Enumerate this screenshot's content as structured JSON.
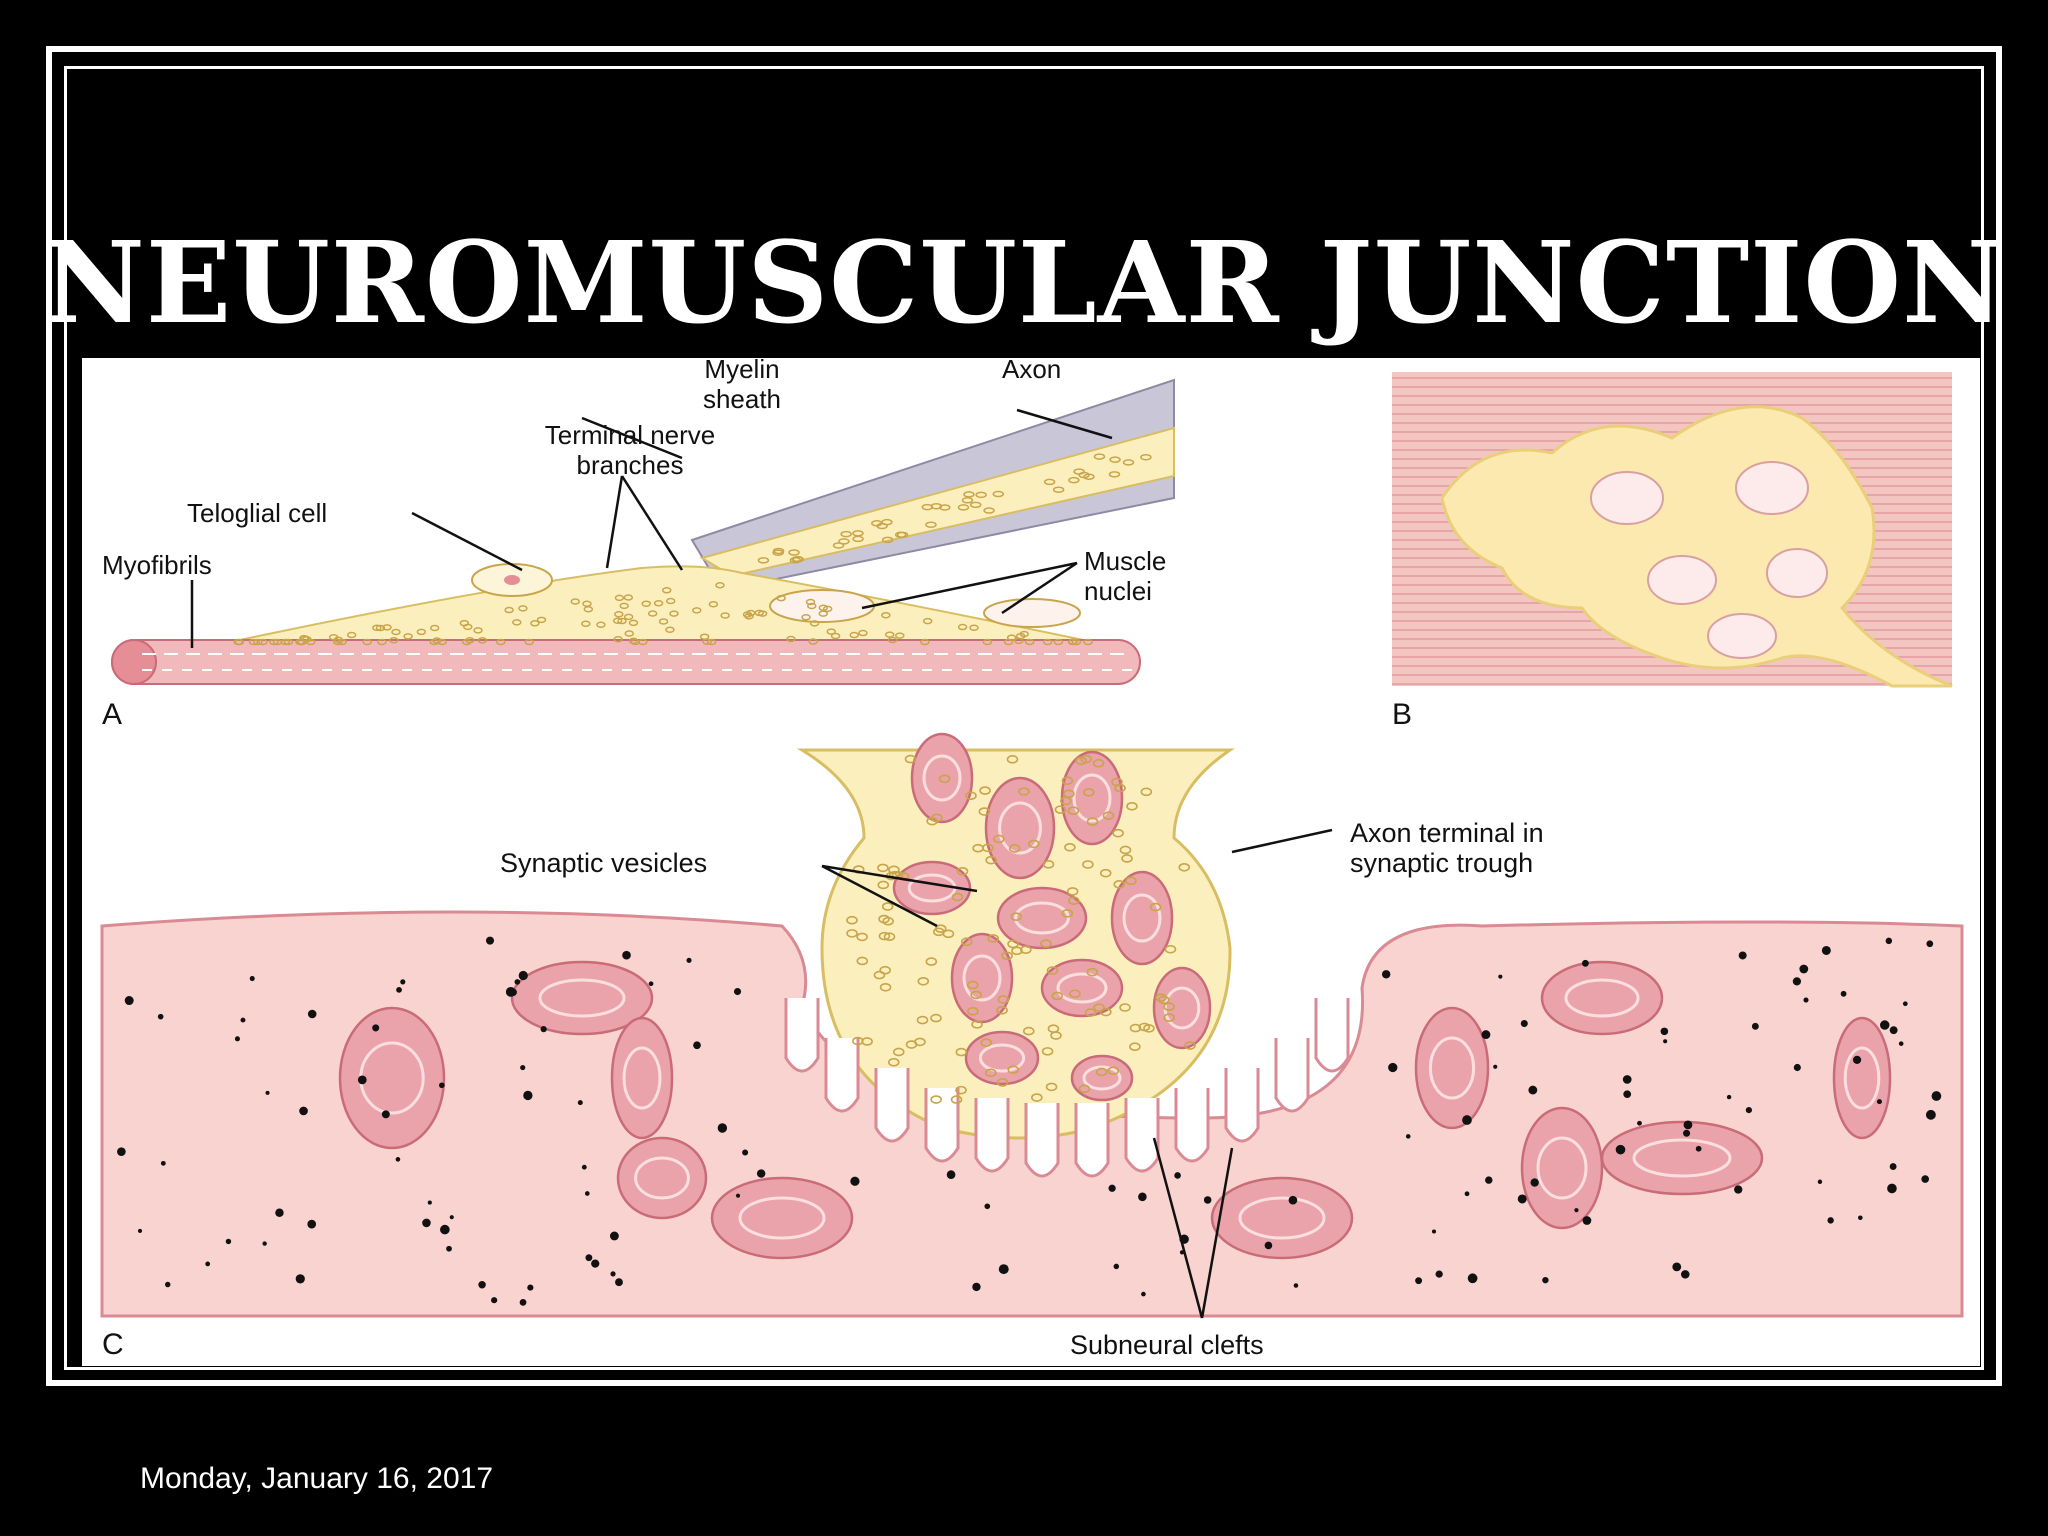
{
  "slide": {
    "title": "NEUROMUSCULAR JUNCTION",
    "date": "Monday, January 16, 2017"
  },
  "figure": {
    "panels": {
      "a": "A",
      "b": "B",
      "c": "C"
    },
    "labels_a": {
      "myelin_sheath_1": "Myelin",
      "myelin_sheath_2": "sheath",
      "axon": "Axon",
      "terminal_nerve_1": "Terminal nerve",
      "terminal_nerve_2": "branches",
      "teloglial_cell": "Teloglial cell",
      "myofibrils": "Myofibrils",
      "muscle_nuclei_1": "Muscle",
      "muscle_nuclei_2": "nuclei"
    },
    "labels_c": {
      "synaptic_vesicles": "Synaptic vesicles",
      "axon_terminal_1": "Axon terminal in",
      "axon_terminal_2": "synaptic trough",
      "subneural_clefts": "Subneural clefts"
    },
    "colors": {
      "muscle": "#f7c9c4",
      "muscle_dark": "#e58e96",
      "nerve": "#fbf0bd",
      "nerve_edge": "#e9cf7a",
      "myelin": "#c9c6d8",
      "background": "#ffffff"
    }
  }
}
